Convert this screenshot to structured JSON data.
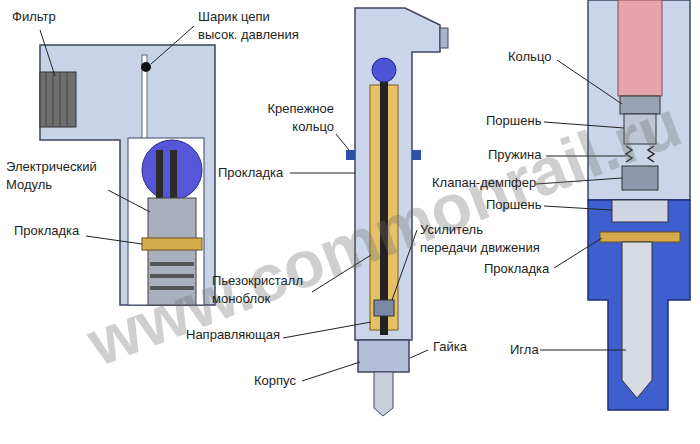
{
  "diagram": {
    "labels": [
      "Фильтр",
      "Шарик цепи высок. давления",
      "Электрический Модуль",
      "Прокладка",
      "Крепежное кольцо",
      "Прокладка",
      "Пьезокристалл моноблок",
      "Направляющая",
      "Корпус",
      "Гайка",
      "Усилитель передачи движения",
      "Кольцо",
      "Поршень",
      "Пружина",
      "Клапан-демпфер",
      "Поршень",
      "Прокладка",
      "Игла",
      "www.commonrail.ru"
    ]
  }
}
